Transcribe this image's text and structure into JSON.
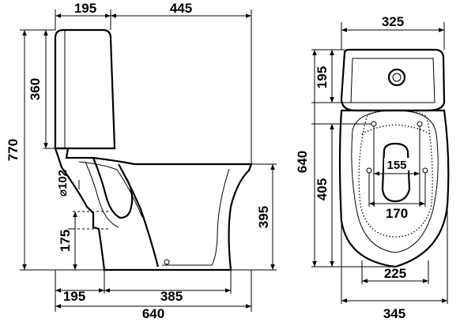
{
  "side_view": {
    "top_left_width": "195",
    "top_right_width": "445",
    "tank_height": "360",
    "total_height": "770",
    "outlet_diameter": "⌀102",
    "outlet_height": "175",
    "seat_height": "395",
    "bottom_left_width": "195",
    "bottom_middle_width": "385",
    "total_width": "640"
  },
  "top_view": {
    "tank_width": "325",
    "tank_depth": "195",
    "total_depth": "640",
    "bowl_depth": "405",
    "inner_hole_spacing": "155",
    "outer_hole_spacing": "170",
    "bowl_base_width": "225",
    "total_width": "345"
  }
}
